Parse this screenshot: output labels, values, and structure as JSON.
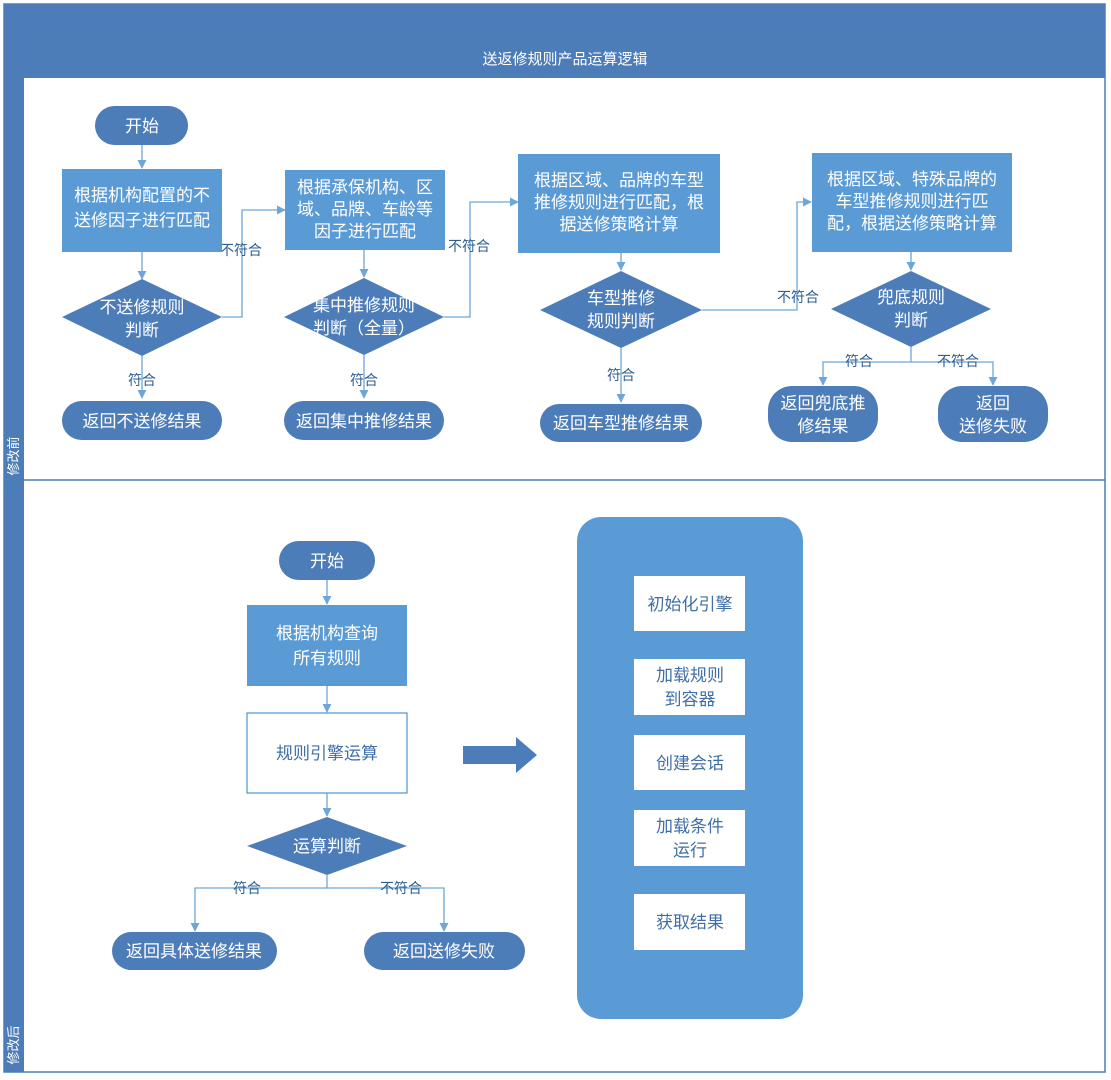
{
  "title": "送返修规则产品运算逻辑",
  "lanes": {
    "before": "修改前",
    "after": "修改后"
  },
  "before": {
    "start": "开始",
    "step1": [
      "根据机构配置的不",
      "送修因子进行匹配"
    ],
    "dec1": [
      "不送修规则",
      "判断"
    ],
    "res1": "返回不送修结果",
    "step2": [
      "根据承保机构、区",
      "域、品牌、车龄等",
      "因子进行匹配"
    ],
    "dec2": [
      "集中推修规则",
      "判断（全量）"
    ],
    "res2": "返回集中推修结果",
    "step3": [
      "根据区域、品牌的车型",
      "推修规则进行匹配，根",
      "据送修策略计算"
    ],
    "dec3": [
      "车型推修",
      "规则判断"
    ],
    "res3": "返回车型推修结果",
    "step4": [
      "根据区域、特殊品牌的",
      "车型推修规则进行匹",
      "配，根据送修策略计算"
    ],
    "dec4": [
      "兜底规则",
      "判断"
    ],
    "res4": [
      "返回兜底推",
      "修结果"
    ],
    "res5": [
      "返回",
      "送修失败"
    ]
  },
  "after": {
    "start": "开始",
    "step1": [
      "根据机构查询",
      "所有规则"
    ],
    "step2": "规则引擎运算",
    "dec": "运算判断",
    "res_ok": "返回具体送修结果",
    "res_fail": "返回送修失败",
    "engine": [
      [
        "初始化引擎"
      ],
      [
        "加载规则",
        "到容器"
      ],
      [
        "创建会话"
      ],
      [
        "加载条件",
        "运行"
      ],
      [
        "获取结果"
      ]
    ]
  },
  "labels": {
    "match": "符合",
    "nomatch": "不符合"
  }
}
